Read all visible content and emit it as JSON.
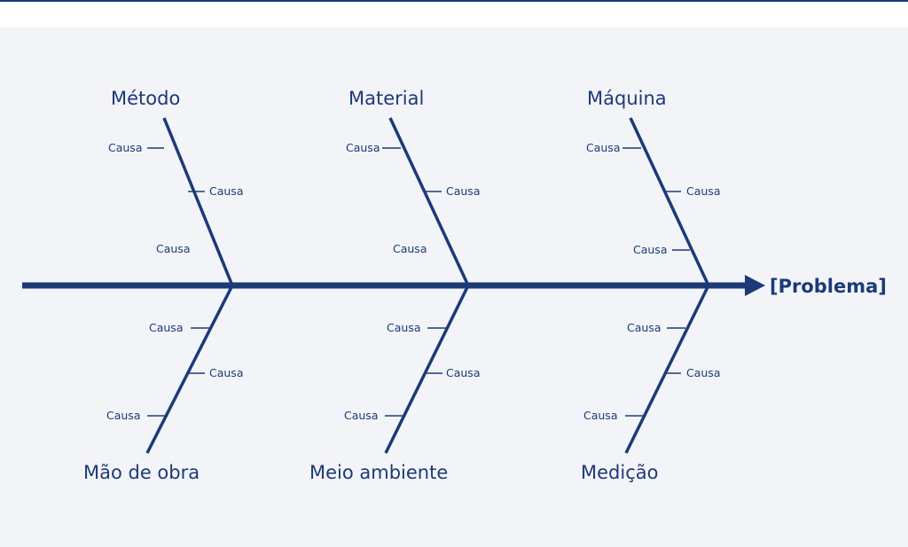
{
  "colors": {
    "line": "#1c3a78",
    "background": "#f3f4f8",
    "top_rule": "#1c3a78"
  },
  "problem": "[Problema]",
  "categories": {
    "metodo": "Método",
    "material": "Material",
    "maquina": "Máquina",
    "mao_de_obra": "Mão de obra",
    "meio_ambiente": "Meio ambiente",
    "medicao": "Medição"
  },
  "cause_label": "Causa"
}
